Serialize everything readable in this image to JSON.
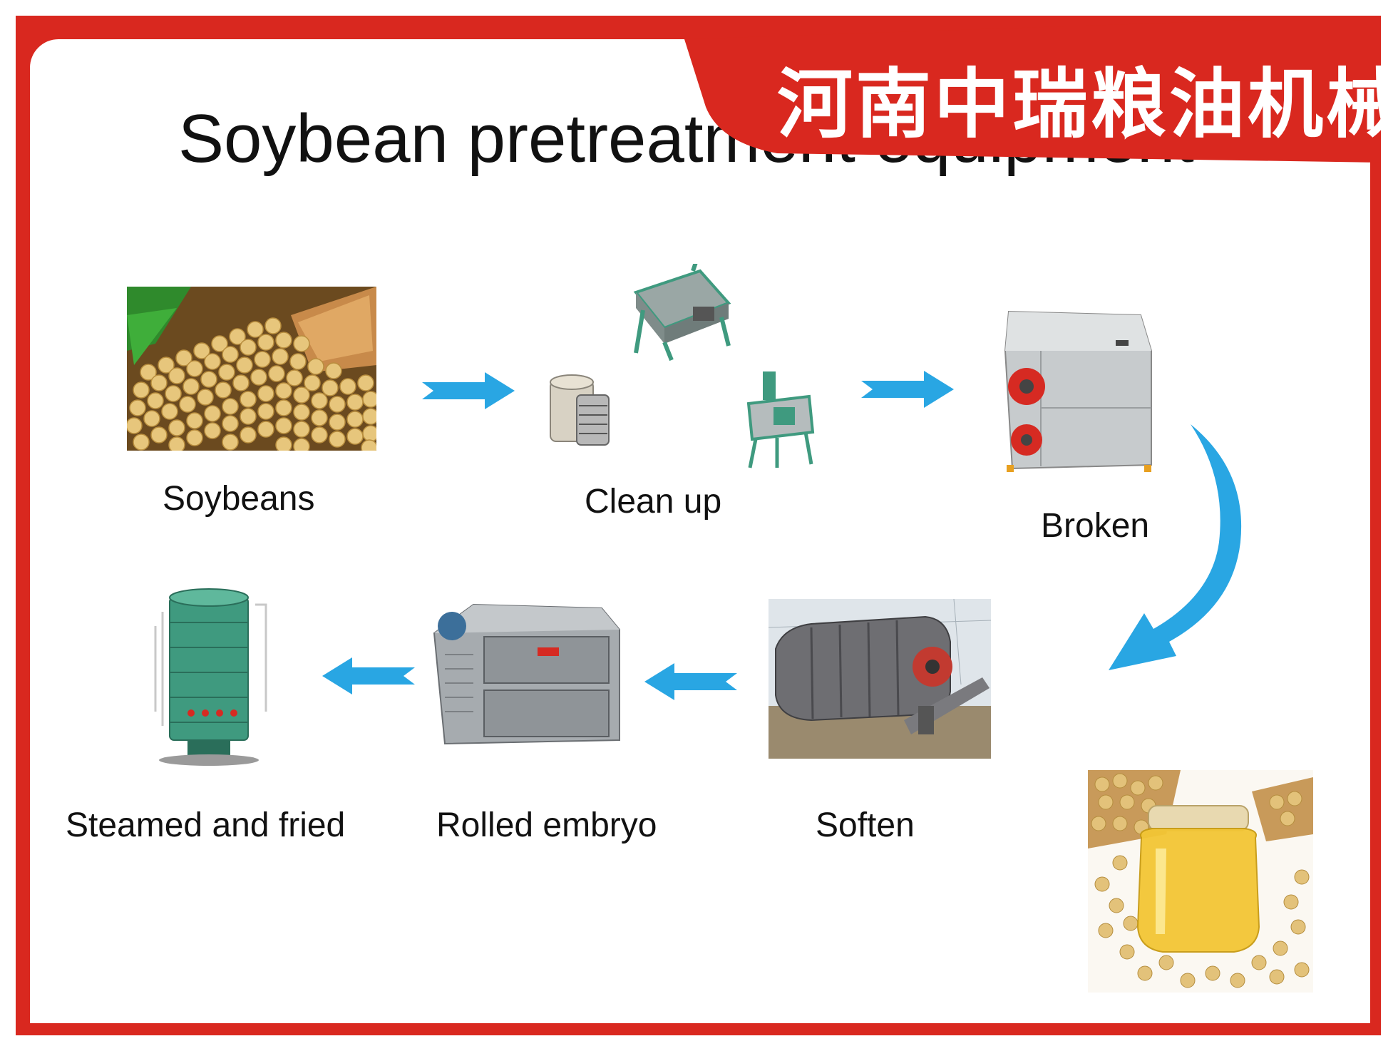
{
  "slide": {
    "title": "Soybean pretreatment equipment",
    "banner_text": "河南中瑞粮油机械",
    "colors": {
      "frame_red": "#d9281f",
      "arrow_blue": "#29a6e3",
      "equipment_green": "#3f9a7f",
      "equipment_gray": "#9aa0a4"
    }
  },
  "steps": [
    {
      "id": "soybeans",
      "label": "Soybeans",
      "image": "soybeans-photo"
    },
    {
      "id": "clean_up",
      "label": "Clean up",
      "image": "cleaning-machines-photo"
    },
    {
      "id": "broken",
      "label": "Broken",
      "image": "crusher-machine-photo"
    },
    {
      "id": "soften",
      "label": "Soften",
      "image": "softening-cooker-photo"
    },
    {
      "id": "rolled_embryo",
      "label": "Rolled embryo",
      "image": "flaking-mill-photo"
    },
    {
      "id": "steamed_fried",
      "label": "Steamed and fried",
      "image": "steam-cooker-photo"
    }
  ],
  "final_product_image": "soybean-oil-jar-photo",
  "icons": {
    "arrow": "arrow-right-icon",
    "arrow_left": "arrow-left-icon",
    "curved_arrow": "curved-arrow-icon"
  }
}
